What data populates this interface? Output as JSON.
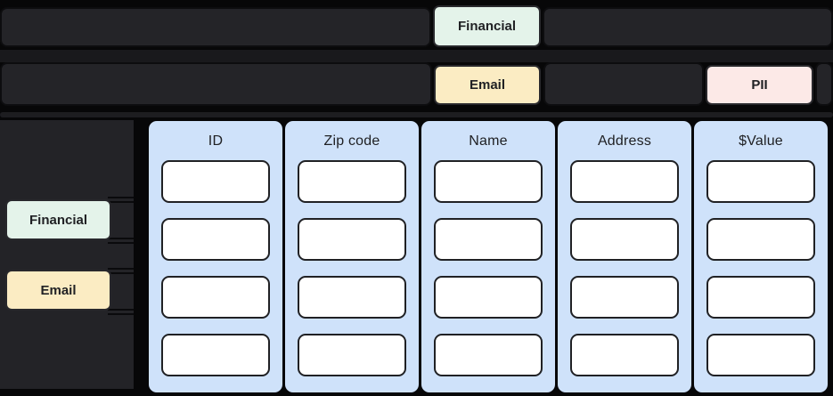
{
  "colors": {
    "background": "#070708",
    "bar": "#242428",
    "bar_edge": "#0d0d0f",
    "bar_gap": "#19191c",
    "bar_hint": "#1d1d20",
    "sidebar": "#232327",
    "slot_line": "#0a0a0c",
    "panel_blue": "#cfe2fa",
    "cell_white": "#ffffff",
    "cell_border": "#202124",
    "chip_border": "#28282c",
    "chip_green": "#e4f3ea",
    "chip_yellow": "#fbecc3",
    "chip_pink": "#fce9e7",
    "text_dark": "#202124"
  },
  "category_rows": {
    "row1": {
      "chips": [
        {
          "id": "financial",
          "label": "Financial",
          "color_key": "chip_green"
        }
      ]
    },
    "row2": {
      "chips": [
        {
          "id": "email",
          "label": "Email",
          "color_key": "chip_yellow"
        },
        {
          "id": "pii",
          "label": "PII",
          "color_key": "chip_pink"
        }
      ]
    }
  },
  "sidebar": {
    "chips": [
      {
        "id": "financial",
        "label": "Financial",
        "color_key": "chip_green"
      },
      {
        "id": "email",
        "label": "Email",
        "color_key": "chip_yellow"
      }
    ]
  },
  "table": {
    "columns": [
      {
        "header": "ID"
      },
      {
        "header": "Zip code"
      },
      {
        "header": "Name"
      },
      {
        "header": "Address"
      },
      {
        "header": "$Value"
      }
    ],
    "rows_per_column": 4
  }
}
